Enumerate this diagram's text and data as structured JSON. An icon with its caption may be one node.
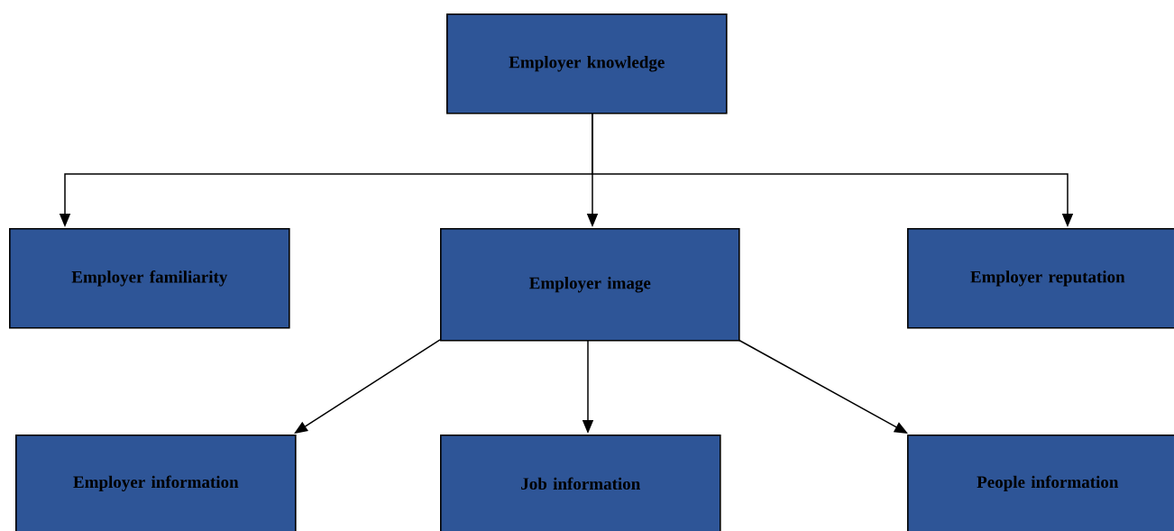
{
  "diagram": {
    "nodes": [
      {
        "text": [
          "Employer knowledge"
        ]
      },
      {
        "text": [
          "Employer familiarity"
        ]
      },
      {
        "text": [
          "Employer image"
        ]
      },
      {
        "text": [
          "Employer reputation"
        ]
      },
      {
        "text": [
          "Employer information"
        ]
      },
      {
        "text": [
          "Job information"
        ]
      },
      {
        "text": [
          "People information"
        ]
      }
    ],
    "edges": [
      {
        "from": 0,
        "to": 1,
        "arrow": "to"
      },
      {
        "from": 0,
        "to": 2,
        "arrow": "to"
      },
      {
        "from": 0,
        "to": 3,
        "arrow": "to"
      },
      {
        "from": 2,
        "to": 4,
        "arrow": "to"
      },
      {
        "from": 2,
        "to": 5,
        "arrow": "to"
      },
      {
        "from": 2,
        "to": 6,
        "arrow": "to"
      }
    ]
  }
}
